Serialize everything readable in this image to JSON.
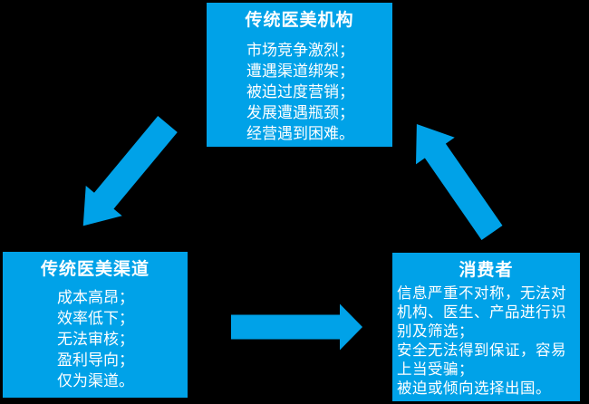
{
  "colors": {
    "background": "#000000",
    "node_fill": "#00A2E8",
    "text": "#FFFFFF"
  },
  "diagram": {
    "nodes": [
      {
        "id": "institutions",
        "title": "传统医美机构",
        "lines": [
          "市场竞争激烈；",
          "遭遇渠道绑架；",
          "被迫过度营销；",
          "发展遭遇瓶颈；",
          "经营遇到困难。"
        ]
      },
      {
        "id": "channels",
        "title": "传统医美渠道",
        "lines": [
          "成本高昂；",
          "效率低下；",
          "无法审核；",
          "盈利导向；",
          "仅为渠道。"
        ]
      },
      {
        "id": "consumers",
        "title": "消费者",
        "lines": [
          "信息严重不对称，无法对",
          "机构、医生、产品进行识",
          "别及筛选；",
          "安全无法得到保证，容易",
          "上当受骗；",
          "被迫或倾向选择出国。"
        ]
      }
    ],
    "arrows": [
      {
        "from": "传统医美机构",
        "to": "传统医美渠道",
        "direction": "down-left"
      },
      {
        "from": "传统医美渠道",
        "to": "消费者",
        "direction": "right"
      },
      {
        "from": "消费者",
        "to": "传统医美机构",
        "direction": "up-right"
      }
    ]
  }
}
